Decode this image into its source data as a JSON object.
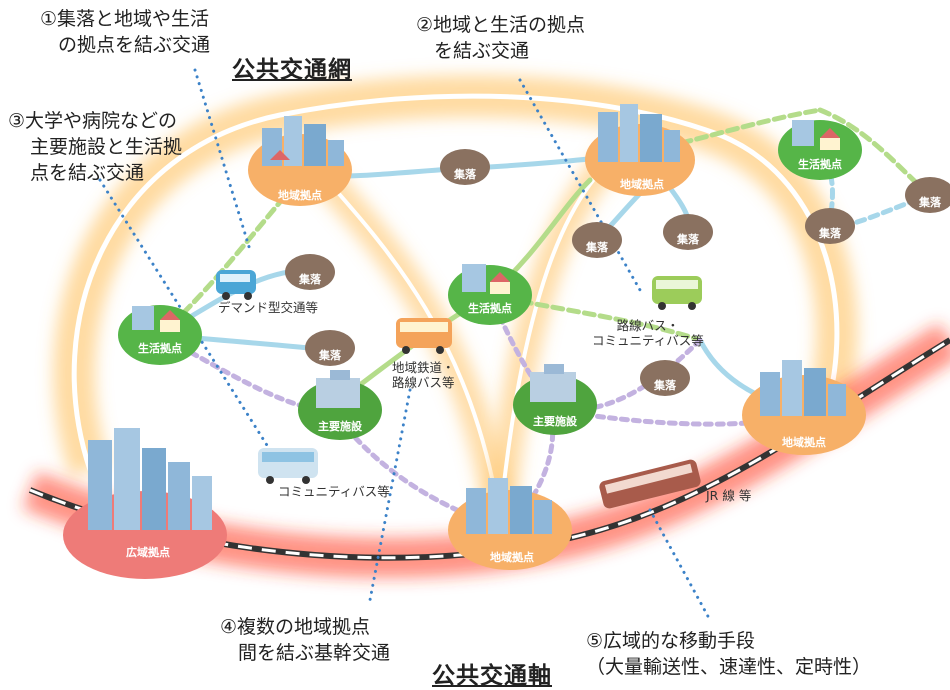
{
  "colors": {
    "rail_glow": "#ff4a2a",
    "ring_glow": "#ffb64a",
    "regional_hub": "#f7b068",
    "wide_hub": "#ee7b78",
    "living_hub": "#56b548",
    "village": "#8a7160",
    "facility": "#4fa43e",
    "route_green": "#9fcf6a",
    "route_blue": "#9ccfe0",
    "route_purple": "#b7a2d6",
    "dotted_callout": "#3c82c8"
  },
  "headings": {
    "network": "公共交通網",
    "axis": "公共交通軸"
  },
  "callouts": {
    "c1": [
      "①集落と地域や生活",
      "の拠点を結ぶ交通"
    ],
    "c2": [
      "②地域と生活の拠点",
      "を結ぶ交通"
    ],
    "c3": [
      "③大学や病院などの",
      "主要施設と生活拠",
      "点を結ぶ交通"
    ],
    "c4": [
      "④複数の地域拠点",
      "間を結ぶ基幹交通"
    ],
    "c5": [
      "⑤広域的な移動手段",
      "（大量輸送性、速達性、定時性）"
    ]
  },
  "transport_labels": {
    "demand": "デマンド型交通等",
    "rail_bus": [
      "地域鉄道・",
      "路線バス等"
    ],
    "route_bus": [
      "路線バス・",
      "コミュニティバス等"
    ],
    "community_bus": "コミュニティバス等",
    "jr": "JR 線 等"
  },
  "hubs": {
    "regional": "地域拠点",
    "wide": "広域拠点",
    "living": "生活拠点",
    "facility": "主要施設",
    "village": "集落"
  },
  "icons": [
    "bus-icon",
    "train-icon",
    "building-icon",
    "house-icon"
  ]
}
